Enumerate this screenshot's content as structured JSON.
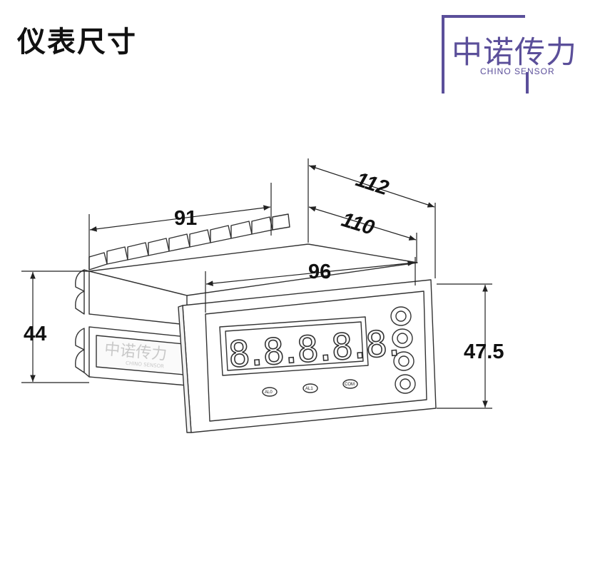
{
  "title": "仪表尺寸",
  "logo": {
    "cn": "中诺传力",
    "en": "CHINO SENSOR",
    "color": "#5b4f9a"
  },
  "dimensions": {
    "depth_total": "112",
    "depth_body": "110",
    "body_length": "91",
    "front_width": "96",
    "body_height": "44",
    "front_height": "47.5"
  },
  "display": {
    "digits": "8.8.8.8.8."
  },
  "indicators": [
    "AL0",
    "AL1",
    "COM"
  ],
  "watermark": {
    "cn": "中诺传力",
    "en": "CHINO SENSOR"
  }
}
